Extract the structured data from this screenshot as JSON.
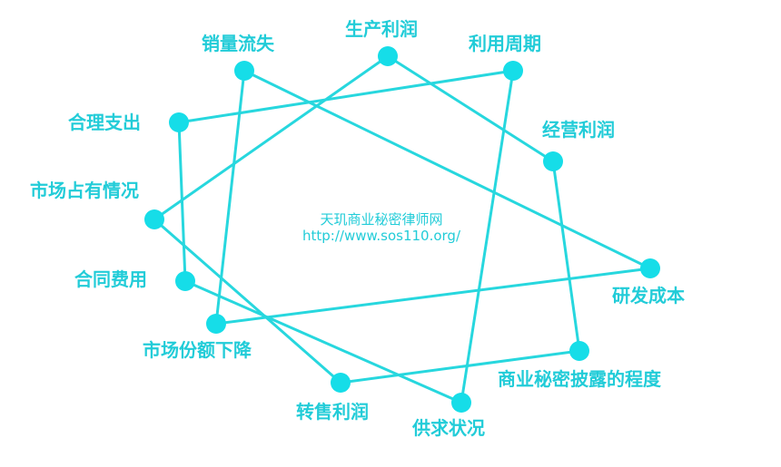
{
  "colors": {
    "node": "#16dde8",
    "edge": "#27d7de",
    "label": "#22ccd8",
    "watermark": "#22ccd8"
  },
  "diagram": {
    "watermark_line1": "天玑商业秘密律师网",
    "watermark_line2": "http://www.sos110.org/",
    "nodes": [
      {
        "id": "n1",
        "label": "生产利润"
      },
      {
        "id": "n2",
        "label": "利用周期"
      },
      {
        "id": "n3",
        "label": "经营利润"
      },
      {
        "id": "n4",
        "label": "研发成本"
      },
      {
        "id": "n5",
        "label": "商业秘密披露的程度"
      },
      {
        "id": "n6",
        "label": "供求状况"
      },
      {
        "id": "n7",
        "label": "转售利润"
      },
      {
        "id": "n8",
        "label": "市场份额下降"
      },
      {
        "id": "n9",
        "label": "合同费用"
      },
      {
        "id": "n10",
        "label": "市场占有情况"
      },
      {
        "id": "n11",
        "label": "合理支出"
      },
      {
        "id": "n12",
        "label": "销量流失"
      }
    ],
    "edges": [
      {
        "from": "n12",
        "to": "n4"
      },
      {
        "from": "n4",
        "to": "n8"
      },
      {
        "from": "n8",
        "to": "n12"
      },
      {
        "from": "n1",
        "to": "n3"
      },
      {
        "from": "n3",
        "to": "n5"
      },
      {
        "from": "n5",
        "to": "n7"
      },
      {
        "from": "n7",
        "to": "n10"
      },
      {
        "from": "n10",
        "to": "n1"
      },
      {
        "from": "n11",
        "to": "n2"
      },
      {
        "from": "n2",
        "to": "n6"
      },
      {
        "from": "n6",
        "to": "n9"
      },
      {
        "from": "n9",
        "to": "n11"
      }
    ]
  }
}
